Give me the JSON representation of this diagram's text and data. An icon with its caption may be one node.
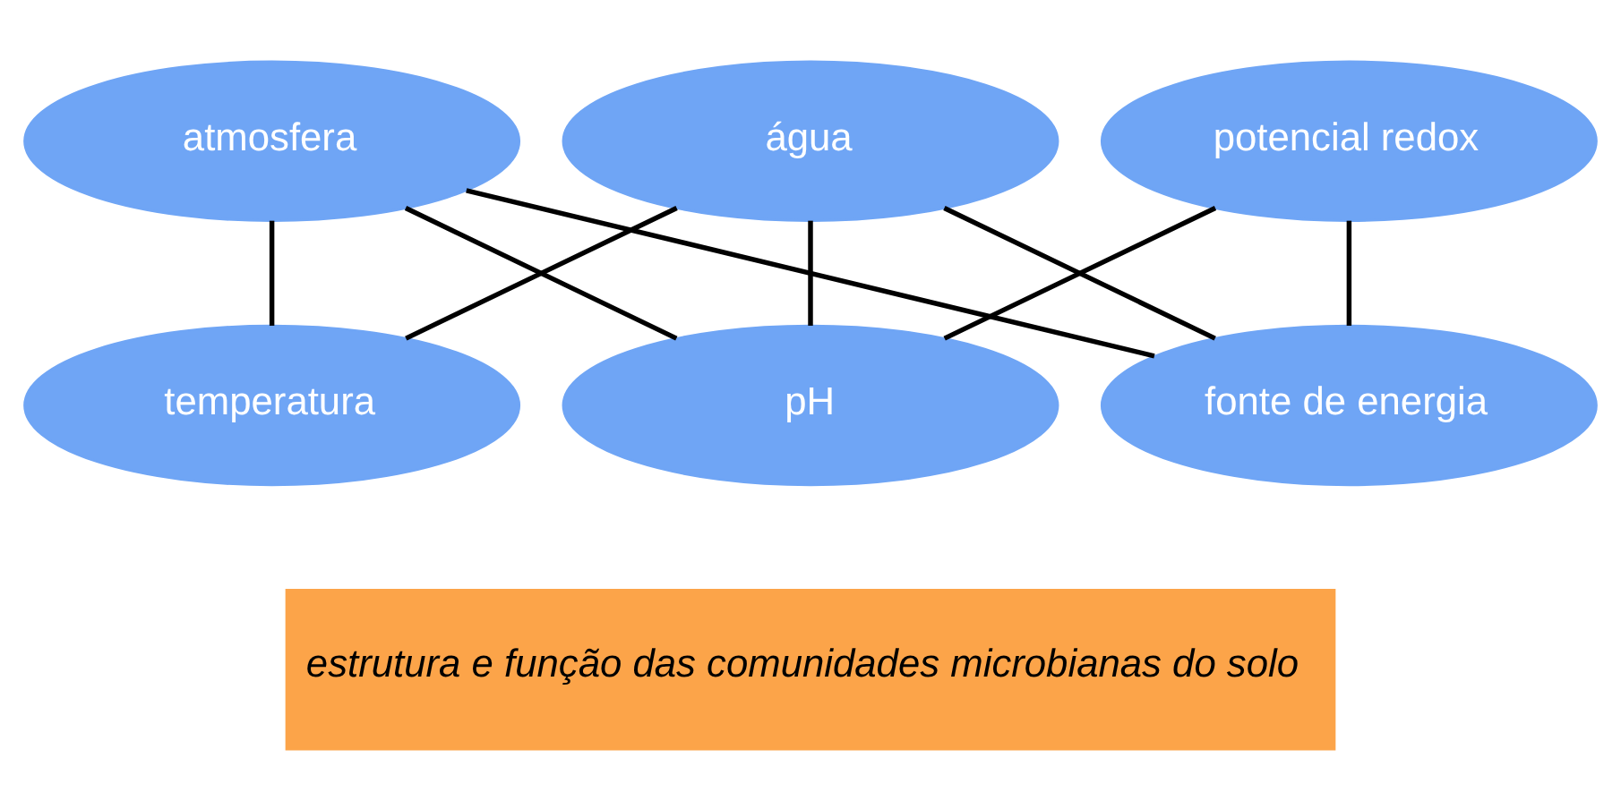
{
  "diagram": {
    "nodes": [
      {
        "text": [
          "atmosfera"
        ]
      },
      {
        "text": [
          "água"
        ]
      },
      {
        "text": [
          "potencial redox"
        ]
      },
      {
        "text": [
          "temperatura"
        ]
      },
      {
        "text": [
          "pH"
        ]
      },
      {
        "text": [
          "fonte de energia"
        ]
      },
      {
        "text": [
          "estrutura e função das comunidades microbianas do solo"
        ]
      }
    ],
    "edges": [
      {
        "from": 0,
        "to": 3,
        "arrow": "none"
      },
      {
        "from": 0,
        "to": 4,
        "arrow": "none"
      },
      {
        "from": 0,
        "to": 5,
        "arrow": "none"
      },
      {
        "from": 1,
        "to": 3,
        "arrow": "none"
      },
      {
        "from": 1,
        "to": 4,
        "arrow": "none"
      },
      {
        "from": 1,
        "to": 5,
        "arrow": "none"
      },
      {
        "from": 2,
        "to": 4,
        "arrow": "none"
      },
      {
        "from": 2,
        "to": 5,
        "arrow": "none"
      }
    ]
  }
}
